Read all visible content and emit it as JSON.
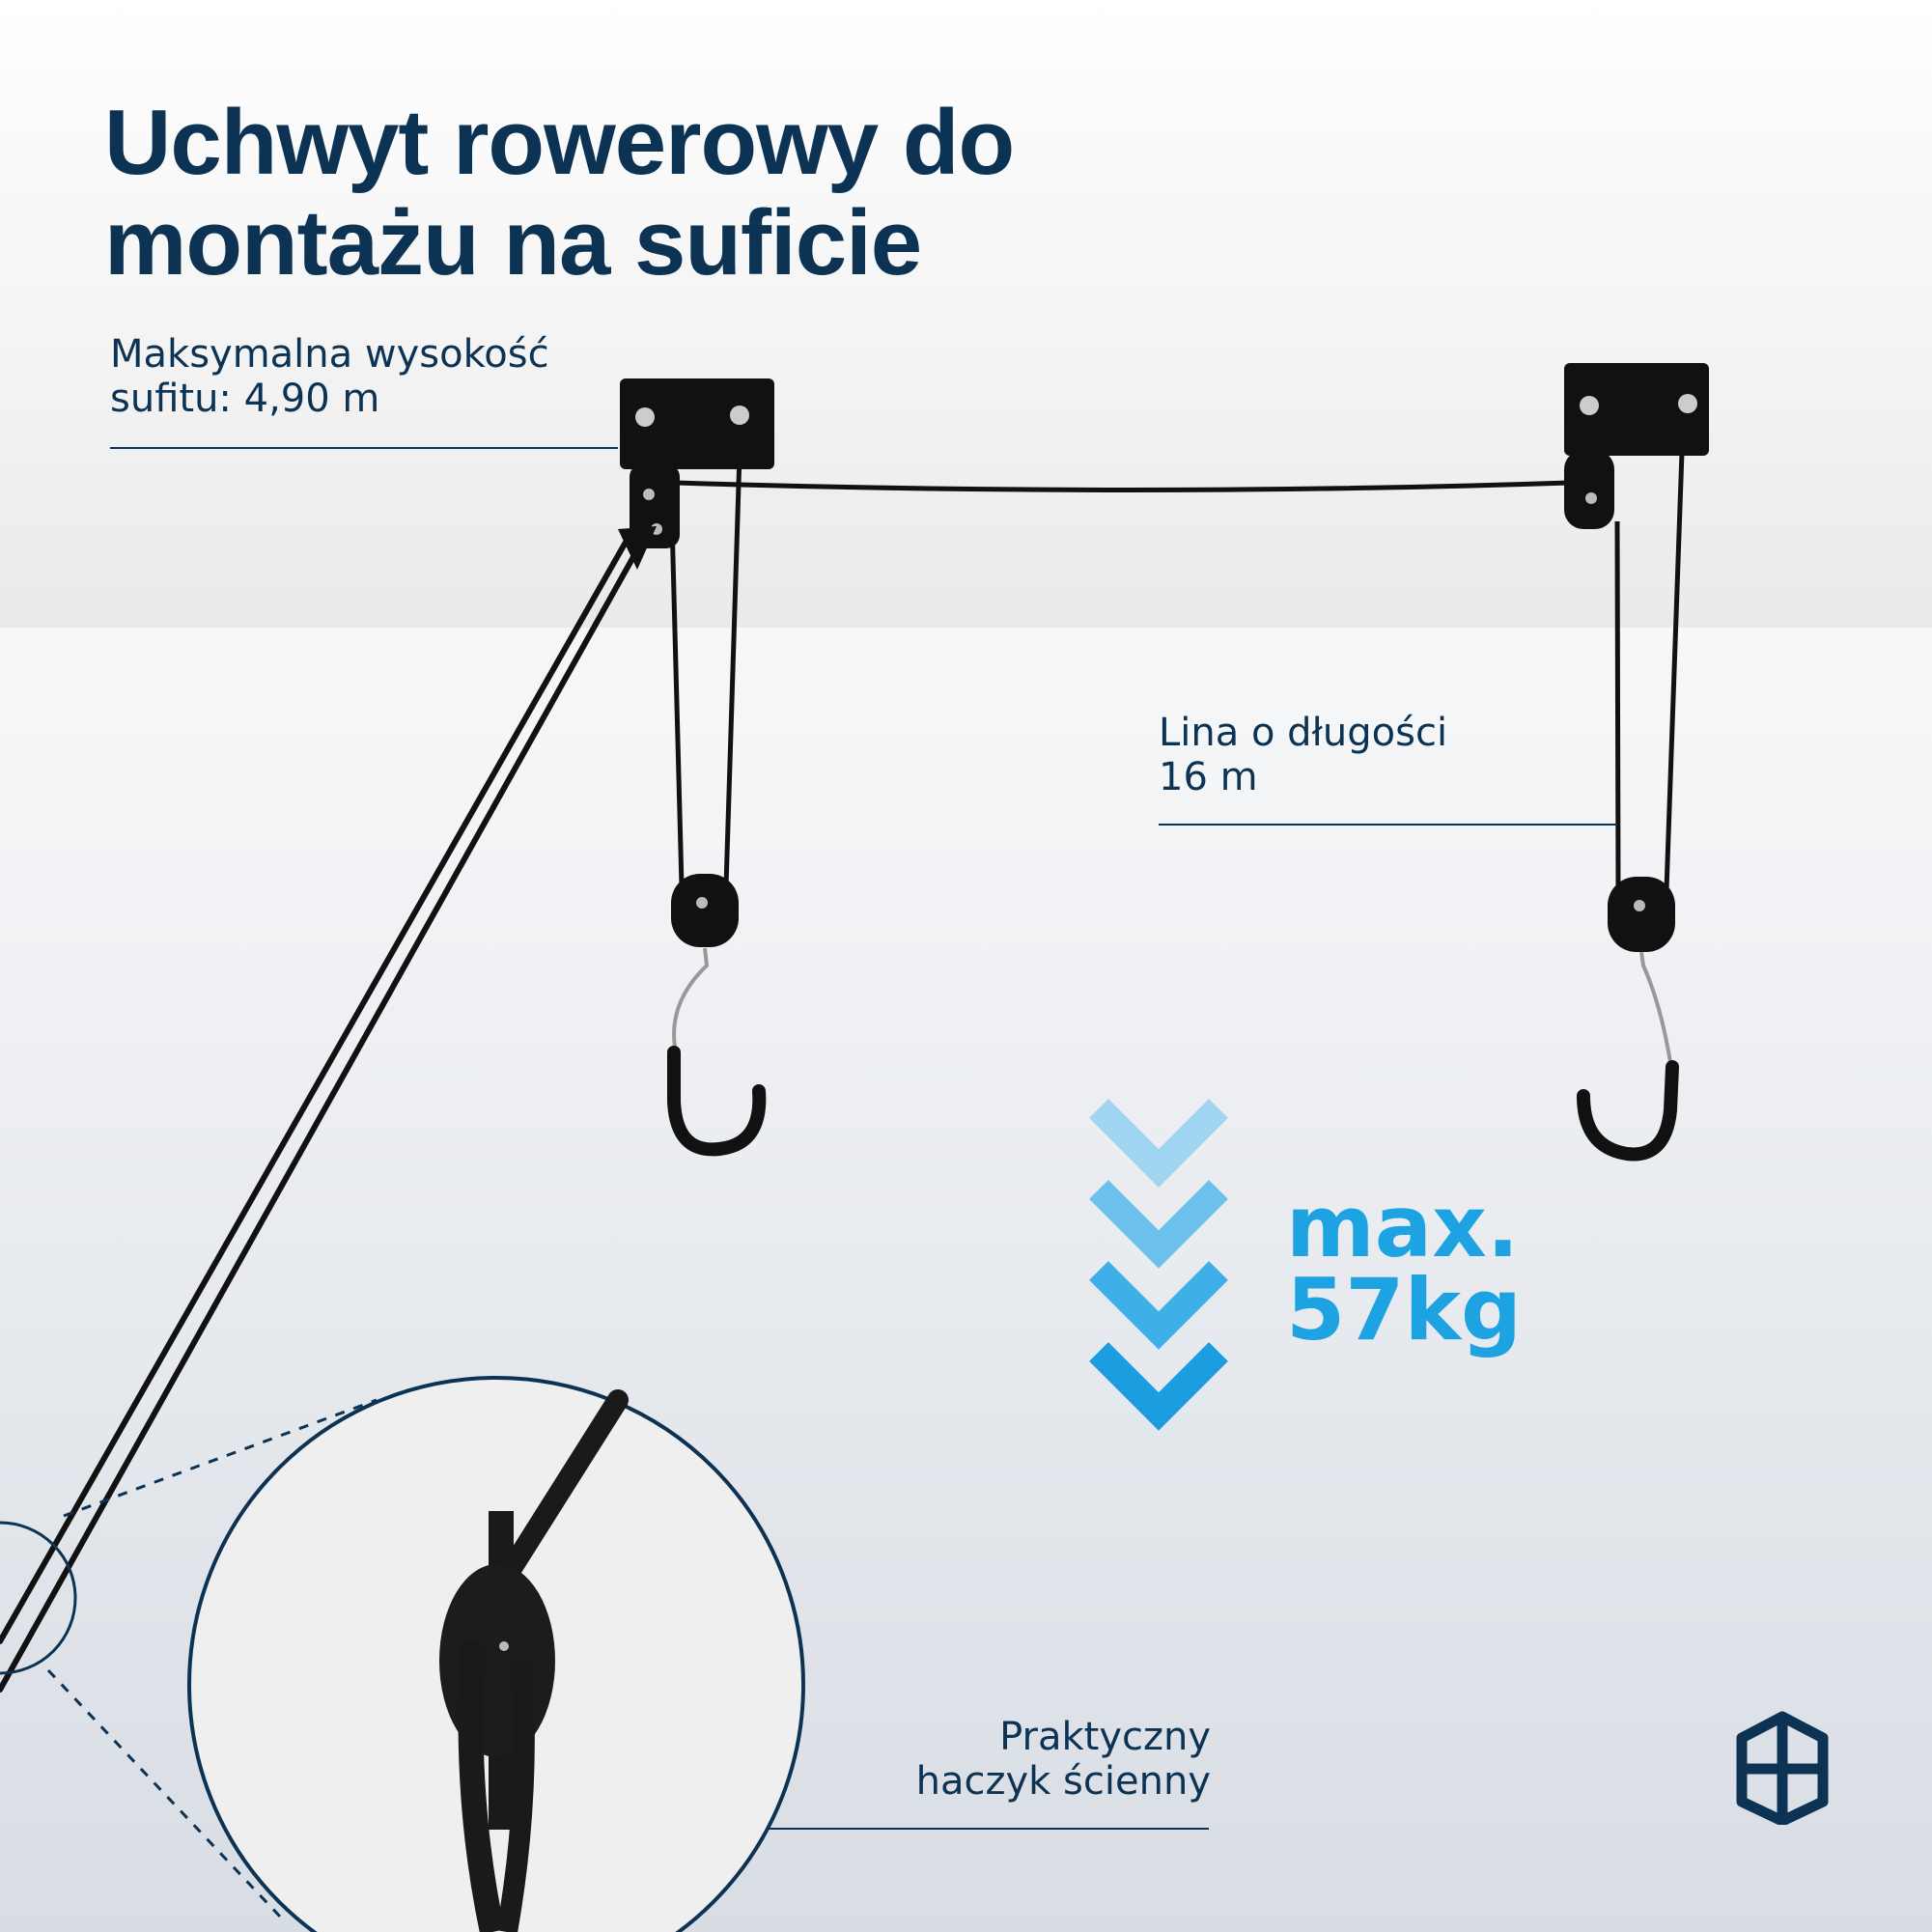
{
  "title": {
    "line1": "Uchwyt rowerowy do",
    "line2": "montażu na suficie"
  },
  "callouts": {
    "ceiling_height": {
      "line1": "Maksymalna wysokość",
      "line2": "sufitu: 4,90 m"
    },
    "rope_length": {
      "line1": "Lina o długości",
      "line2": "16 m"
    },
    "wall_hook": {
      "line1": "Praktyczny",
      "line2": "haczyk ścienny"
    }
  },
  "load": {
    "line1": "max.",
    "line2": "57kg"
  },
  "colors": {
    "title": "#0c3353",
    "accent": "#1da2e2",
    "chevrons": [
      "#9fd5f1",
      "#6cc0ec",
      "#3fafe7",
      "#1b9de0"
    ],
    "hardware": "#111111"
  },
  "icons": [
    "ceiling-bracket-icon",
    "pulley-icon",
    "hook-icon",
    "chevron-down-icon",
    "brand-logo-icon"
  ]
}
